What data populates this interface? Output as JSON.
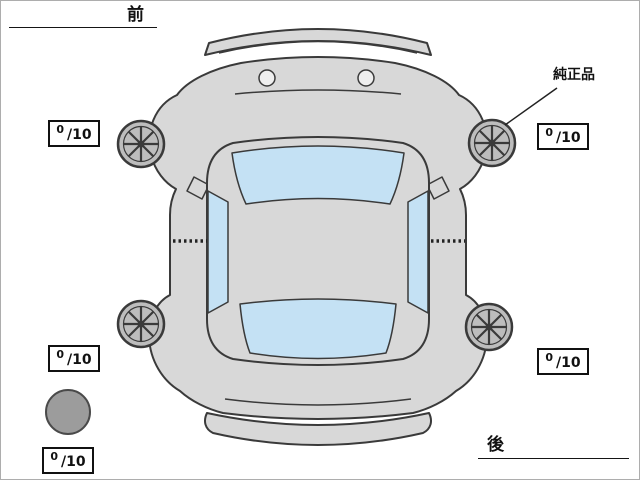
{
  "orientation": {
    "front": "前",
    "rear": "後"
  },
  "callout": {
    "genuine_part": "純正品"
  },
  "tread": {
    "front_left": {
      "num": "0",
      "den": "/10"
    },
    "front_right": {
      "num": "0",
      "den": "/10"
    },
    "rear_left": {
      "num": "0",
      "den": "/10"
    },
    "rear_right": {
      "num": "0",
      "den": "/10"
    },
    "spare": {
      "num": "0",
      "den": "/10"
    }
  },
  "colors": {
    "c-body": "#d8d8d8",
    "c-glass": "#c4e1f4",
    "c-outline": "#3a3a3a",
    "c-tire": "#bdbdbd",
    "c-spare": "#9c9c9c",
    "c-ink": "#111111"
  }
}
